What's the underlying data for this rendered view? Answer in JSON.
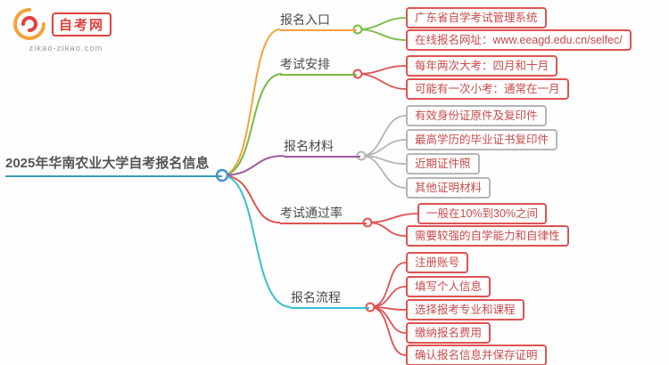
{
  "logo": {
    "name": "自考网",
    "domain": "zikao-zikao.com"
  },
  "colors": {
    "orange": "#f5a23c",
    "green": "#77bb41",
    "purple": "#a2559d",
    "red": "#e05252",
    "cyan": "#35c0d0",
    "gray": "#b5b5b5",
    "central_circle": "#4694d1",
    "central_underline": "#3a9cb8",
    "leaf_text": "#c94a4a",
    "topic_text": "#4a4a4a",
    "logo_red": "#e0413d"
  },
  "central": {
    "label": "2025年华南农业大学自考报名信息"
  },
  "branches": [
    {
      "label": "报名入口",
      "color": "#f5a23c",
      "line_color": "#77bb41",
      "leaf_border": "#e05252",
      "leaves": [
        {
          "text": "广东省自学考试管理系统"
        },
        {
          "text": "在线报名网址：www.eeagd.edu.cn/selfec/"
        }
      ]
    },
    {
      "label": "考试安排",
      "color": "#77bb41",
      "line_color": "#e05252",
      "leaf_border": "#e05252",
      "leaves": [
        {
          "text": "每年两次大考：四月和十月"
        },
        {
          "text": "可能有一次小考：通常在一月"
        }
      ]
    },
    {
      "label": "报名材料",
      "color": "#a2559d",
      "line_color": "#b5b5b5",
      "leaf_border": "#b5b5b5",
      "leaves": [
        {
          "text": "有效身份证原件及复印件"
        },
        {
          "text": "最高学历的毕业证书复印件"
        },
        {
          "text": "近期证件照"
        },
        {
          "text": "其他证明材料"
        }
      ]
    },
    {
      "label": "考试通过率",
      "color": "#e05252",
      "line_color": "#e05252",
      "leaf_border": "#e05252",
      "leaves": [
        {
          "text": "一般在10%到30%之间"
        },
        {
          "text": "需要较强的自学能力和自律性"
        }
      ]
    },
    {
      "label": "报名流程",
      "color": "#35c0d0",
      "line_color": "#e05252",
      "leaf_border": "#e05252",
      "leaves": [
        {
          "text": "注册账号"
        },
        {
          "text": "填写个人信息"
        },
        {
          "text": "选择报考专业和课程"
        },
        {
          "text": "缴纳报名费用"
        },
        {
          "text": "确认报名信息并保存证明"
        }
      ]
    }
  ]
}
